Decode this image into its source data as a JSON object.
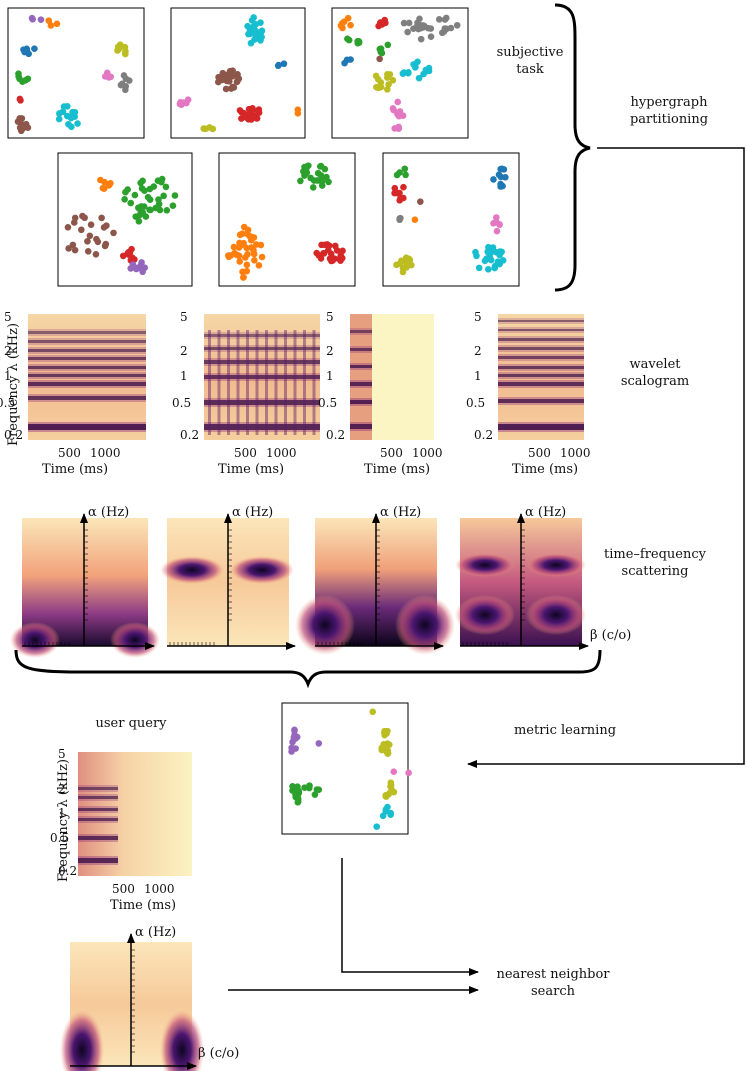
{
  "labels": {
    "subjective_task": "subjective\ntask",
    "hypergraph": "hypergraph\npartitioning",
    "wavelet": "wavelet\nscalogram",
    "tfs": "time–frequency\nscattering",
    "metric_learning": "metric learning",
    "user_query": "user query",
    "nn_search": "nearest neighbor\nsearch"
  },
  "scalogram": {
    "ylabel": "Frequency λ (kHz)",
    "xlabel": "Time (ms)",
    "yticks": [
      "5",
      "2",
      "1",
      "0.5",
      "0.2"
    ],
    "xticks": [
      "500",
      "1000"
    ]
  },
  "scattering": {
    "alpha_label": "α (Hz)",
    "beta_label": "β (c/o)"
  },
  "colors": {
    "blue": "#1f77b4",
    "orange": "#ff7f0e",
    "green": "#2ca02c",
    "red": "#d62728",
    "purple": "#9467bd",
    "brown": "#8c564b",
    "pink": "#e377c2",
    "gray": "#7f7f7f",
    "olive": "#bcbd22",
    "cyan": "#17becf"
  }
}
